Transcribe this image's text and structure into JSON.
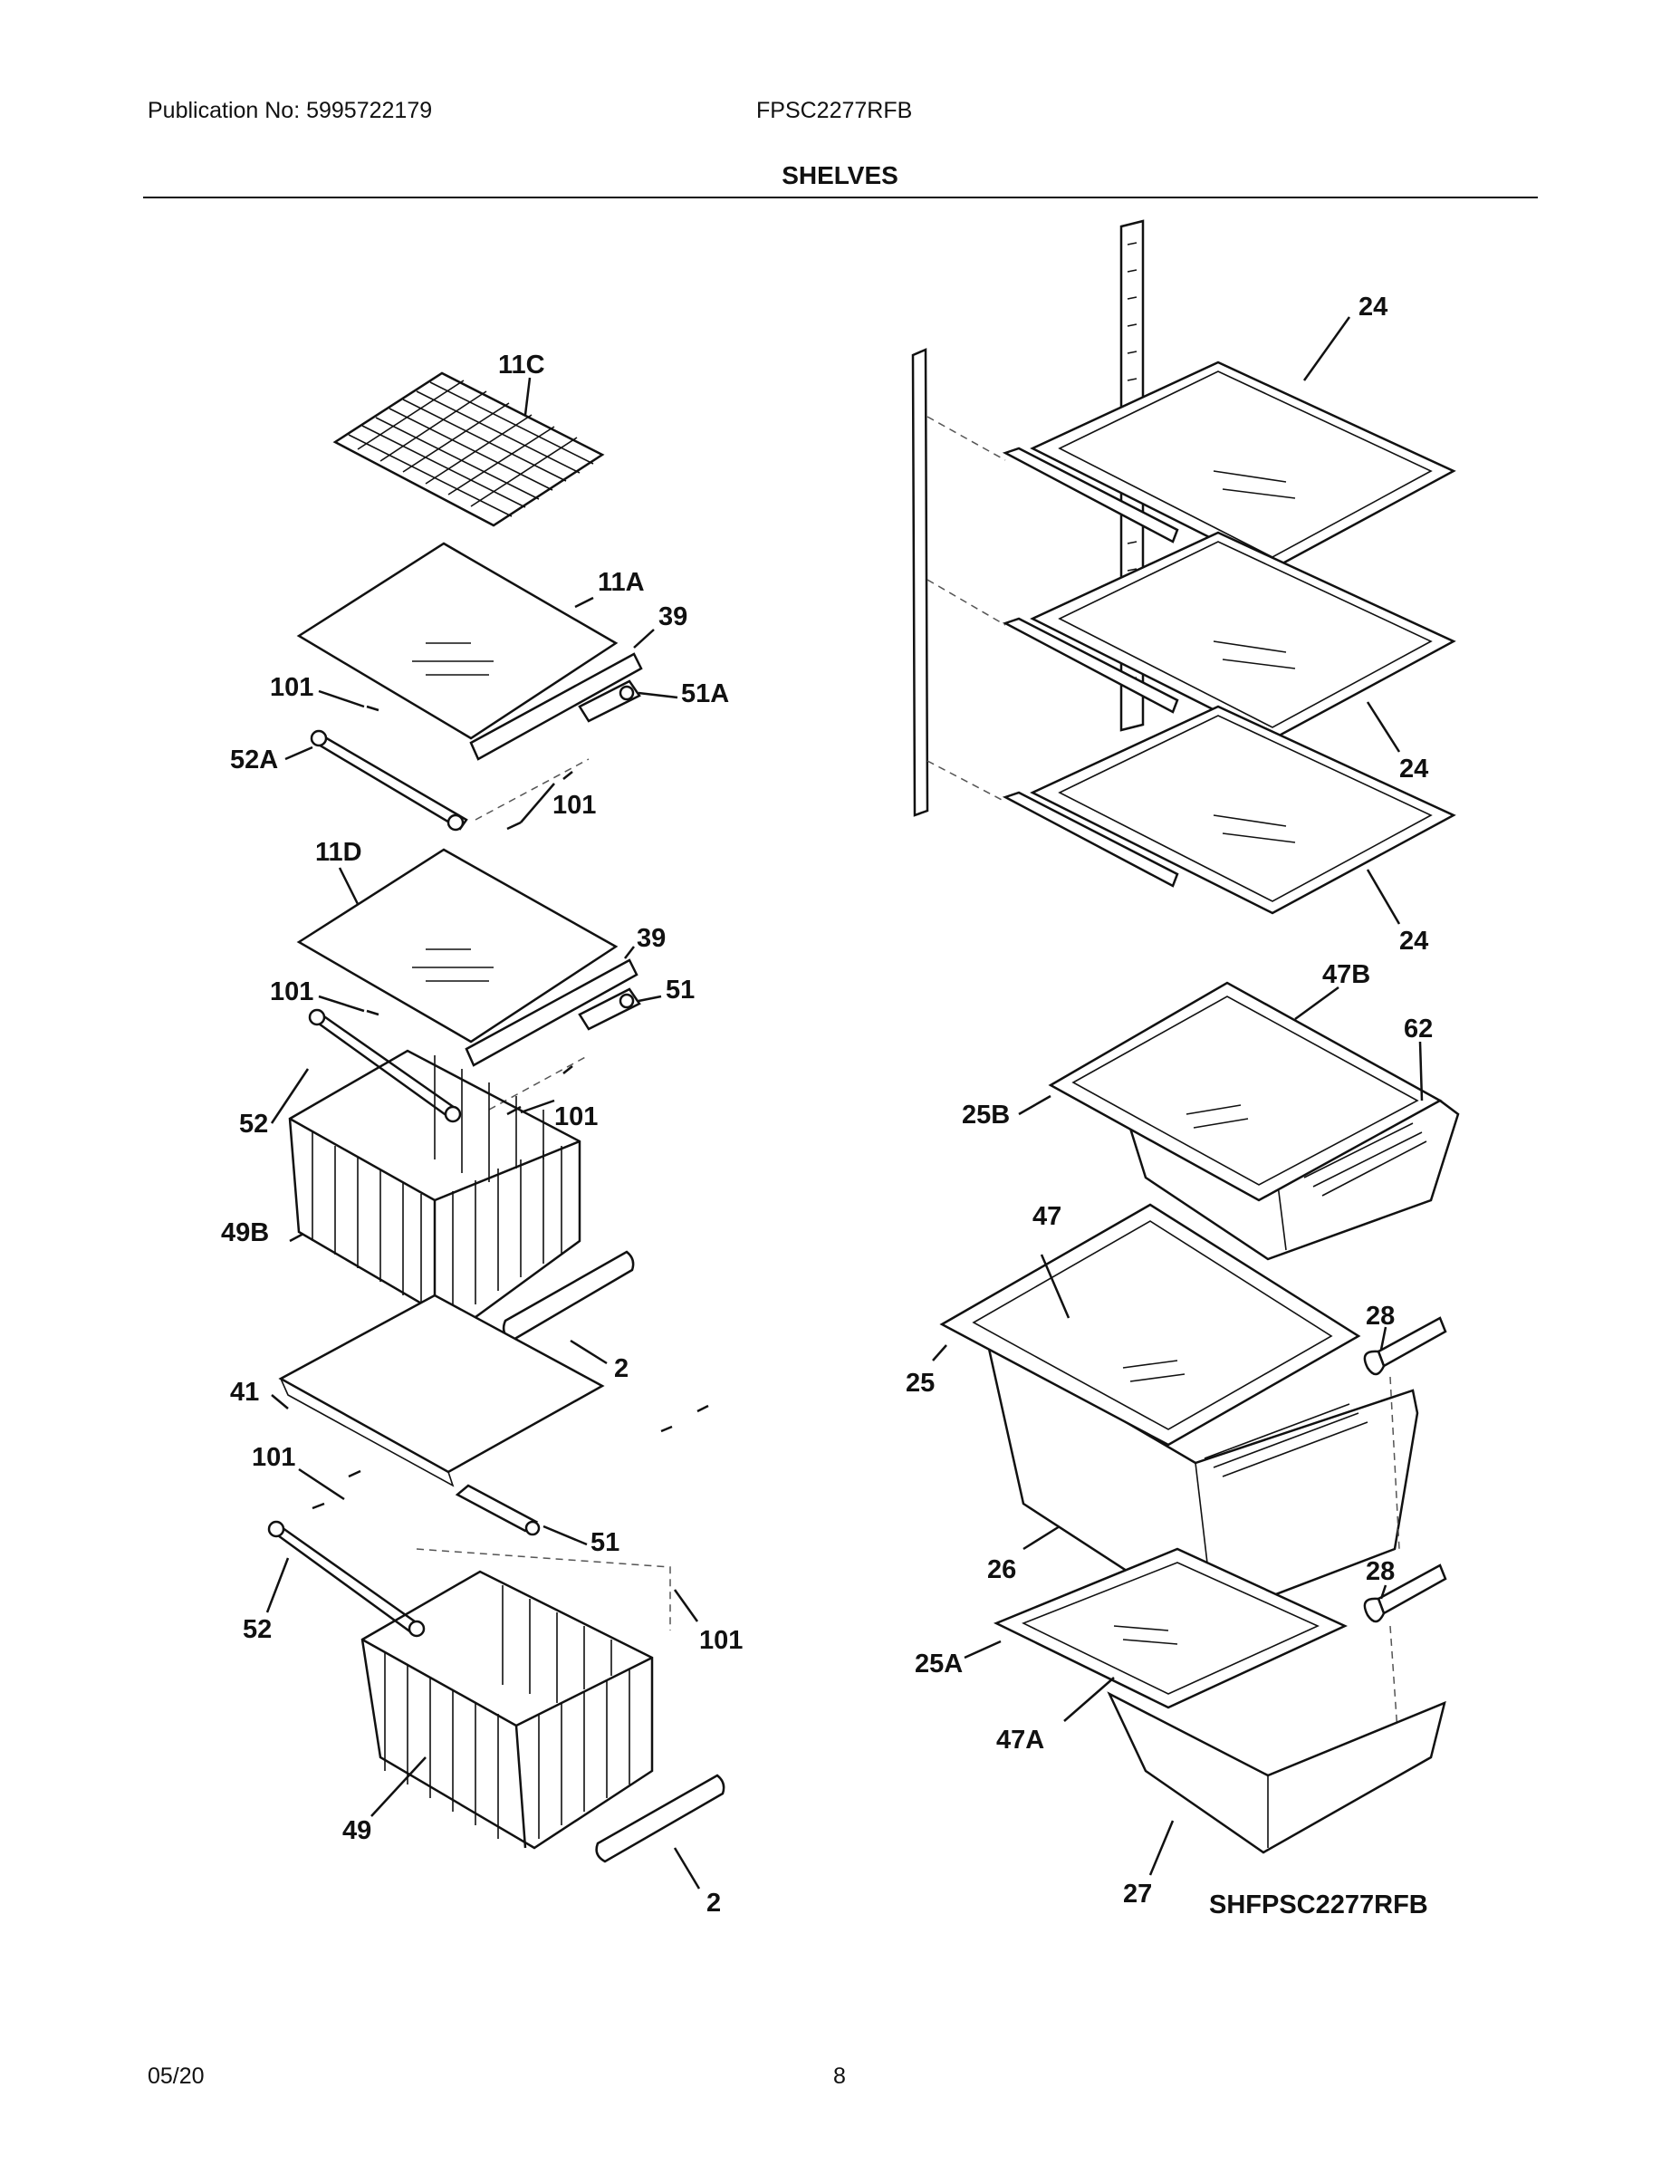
{
  "header": {
    "publication": "Publication No: 5995722179",
    "model": "FPSC2277RFB",
    "title": "SHELVES"
  },
  "footer": {
    "date": "05/20",
    "page": "8"
  },
  "diagram": {
    "code": "SHFPSC2277RFB",
    "callouts": [
      "11C",
      "11A",
      "39",
      "101",
      "51A",
      "52A",
      "101",
      "11D",
      "39",
      "101",
      "51",
      "52",
      "101",
      "49B",
      "2",
      "41",
      "101",
      "51",
      "52",
      "101",
      "49",
      "2",
      "24",
      "24",
      "24",
      "47B",
      "62",
      "25B",
      "47",
      "28",
      "25",
      "26",
      "28",
      "25A",
      "47A",
      "27"
    ]
  },
  "colors": {
    "ink": "#111111",
    "paper": "#ffffff",
    "dash": "#555555"
  }
}
